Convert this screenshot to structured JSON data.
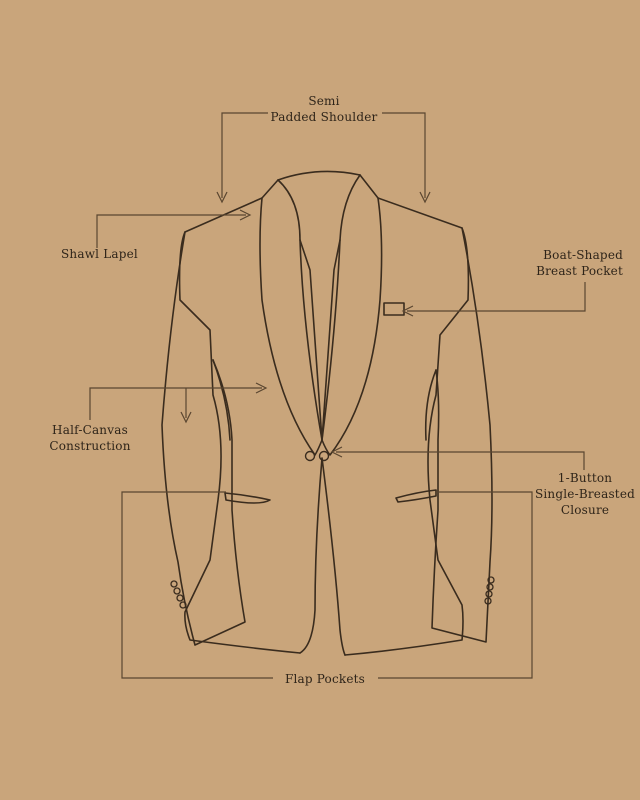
{
  "colors": {
    "background": "#c9a57b",
    "garment_line": "#3a2c1e",
    "leader_line": "#5a4630",
    "text": "#2e2419"
  },
  "labels": {
    "shoulder": {
      "line1": "Semi",
      "line2": "Padded Shoulder"
    },
    "lapel": {
      "line1": "Shawl Lapel"
    },
    "pocket": {
      "line1": "Boat-Shaped",
      "line2": "Breast Pocket"
    },
    "canvas": {
      "line1": "Half-Canvas",
      "line2": "Construction"
    },
    "closure": {
      "line1": "1-Button",
      "line2": "Single-Breasted",
      "line3": "Closure"
    },
    "flap": {
      "line1": "Flap Pockets"
    }
  }
}
